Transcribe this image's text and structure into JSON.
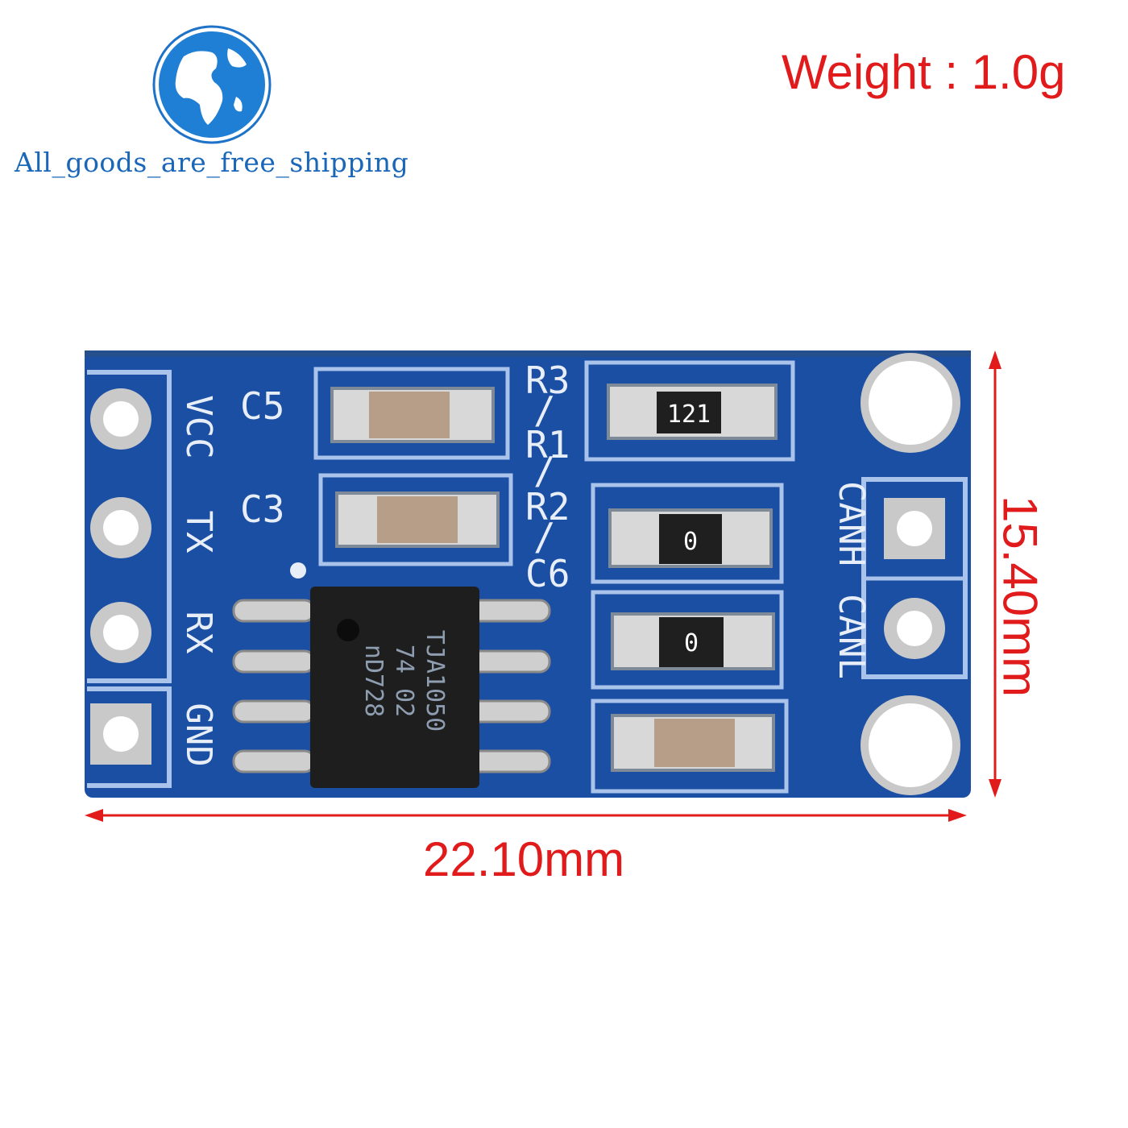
{
  "header": {
    "store_name": "All_goods_are_free_shipping",
    "weight": "Weight : 1.0g"
  },
  "dimensions": {
    "width": "22.10mm",
    "height": "15.40mm"
  },
  "board": {
    "left_pins": [
      "VCC",
      "TX",
      "RX",
      "GND"
    ],
    "right_pins": [
      "CANH",
      "CANL"
    ],
    "labels": {
      "c5": "C5",
      "c3": "C3",
      "r3": "R3",
      "r1": "R1",
      "r2": "R2",
      "c6": "C6",
      "slash": "/"
    },
    "chip_lines": [
      "TJA1050",
      "74 02",
      "nD728"
    ],
    "resistor_codes": [
      "121",
      "0",
      "0"
    ]
  },
  "colors": {
    "pcb": "#1b4fa3",
    "dimension": "#e11b1b",
    "store_text": "#1a66b8"
  },
  "icons": [
    "globe-icon"
  ]
}
